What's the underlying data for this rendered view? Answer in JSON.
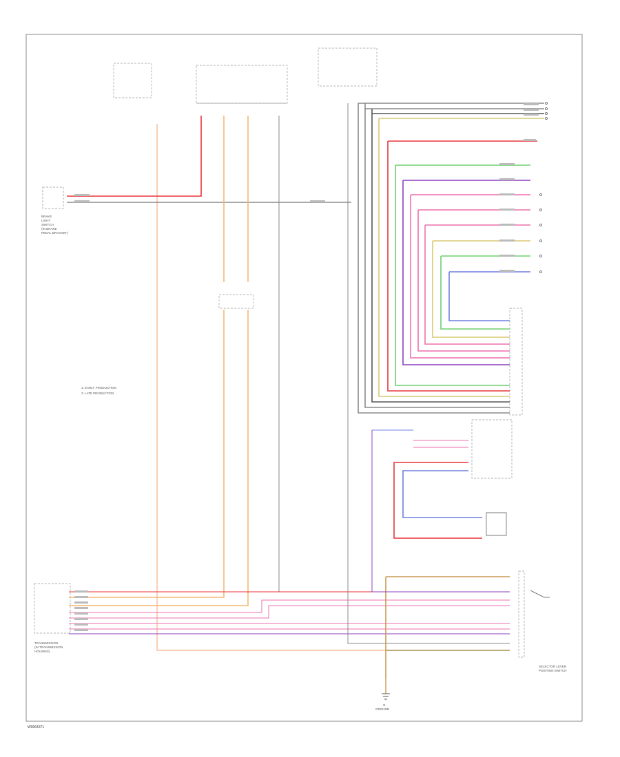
{
  "diagram": {
    "footer_code": "W0064371",
    "components": {
      "brake_switch": [
        "BRAKE",
        "LIGHT",
        "SWITCH",
        "(IN BRAKE",
        "PEDAL BRACKET)"
      ],
      "transmission": [
        "TRANSMISSION",
        "(IN TRANSMISSION",
        "HOUSING)"
      ],
      "selector_lever": [
        "SELECTOR LEVER",
        "POSITION SWITCH"
      ],
      "ground": [
        "G",
        "GROUND"
      ]
    },
    "notes": [
      "1: EARLY PRODUCTION",
      "2: LATE PRODUCTION"
    ]
  },
  "colors": {
    "red": "#e8333a",
    "orange": "#f3b870",
    "gray": "#8a8a8a",
    "dark_gray": "#555555",
    "black": "#222222",
    "pink": "#ee6fae",
    "violet": "#8c3fbf",
    "blue": "#6f7fe0",
    "green": "#6fcf6f",
    "yellow": "#d8c870",
    "tan": "#c89a50",
    "olive": "#a89050"
  }
}
